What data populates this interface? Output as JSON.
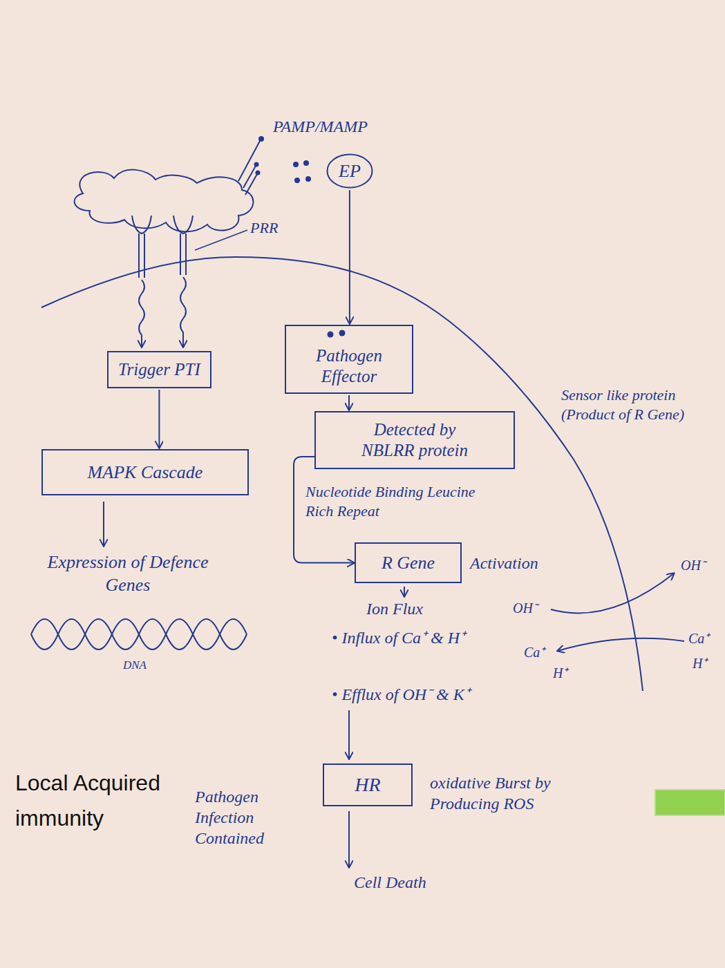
{
  "diagram": {
    "nodes": [
      {
        "text": [
          "EP"
        ]
      },
      {
        "text": [
          "Pathogen Effector"
        ]
      },
      {
        "text": [
          "Trigger PTI"
        ]
      },
      {
        "text": [
          "Detected by NBLRR protein"
        ]
      },
      {
        "text": [
          "MAPK Cascade"
        ]
      },
      {
        "text": [
          "R Gene"
        ]
      },
      {
        "text": [
          "HR"
        ]
      }
    ],
    "edges": [
      {
        "from": 0,
        "to": 1,
        "arrow": "to"
      },
      {
        "from": 1,
        "to": 3,
        "arrow": "to"
      },
      {
        "from": 3,
        "to": 5,
        "arrow": "to"
      },
      {
        "from": 2,
        "to": 4,
        "arrow": "to"
      }
    ],
    "labels": [
      "PAMP/MAMP",
      "PRR",
      "Sensor like protein (Product of R Gene)",
      "Nucleotide Binding Leucine Rich Repeat",
      "Activation",
      "Expression of Defence Genes",
      "OH⁻",
      "Ion Flux",
      "OH⁻",
      "• Influx of Ca⁺ & H⁺",
      "Ca⁺",
      "Ca⁺",
      "H⁺",
      "H⁺",
      "DNA",
      "• Efflux of OH⁻ & K⁺",
      "Local Acquired immunity",
      "Pathogen Infection Contained",
      "oxidative Burst by Producing ROS",
      "Cell Death"
    ]
  }
}
